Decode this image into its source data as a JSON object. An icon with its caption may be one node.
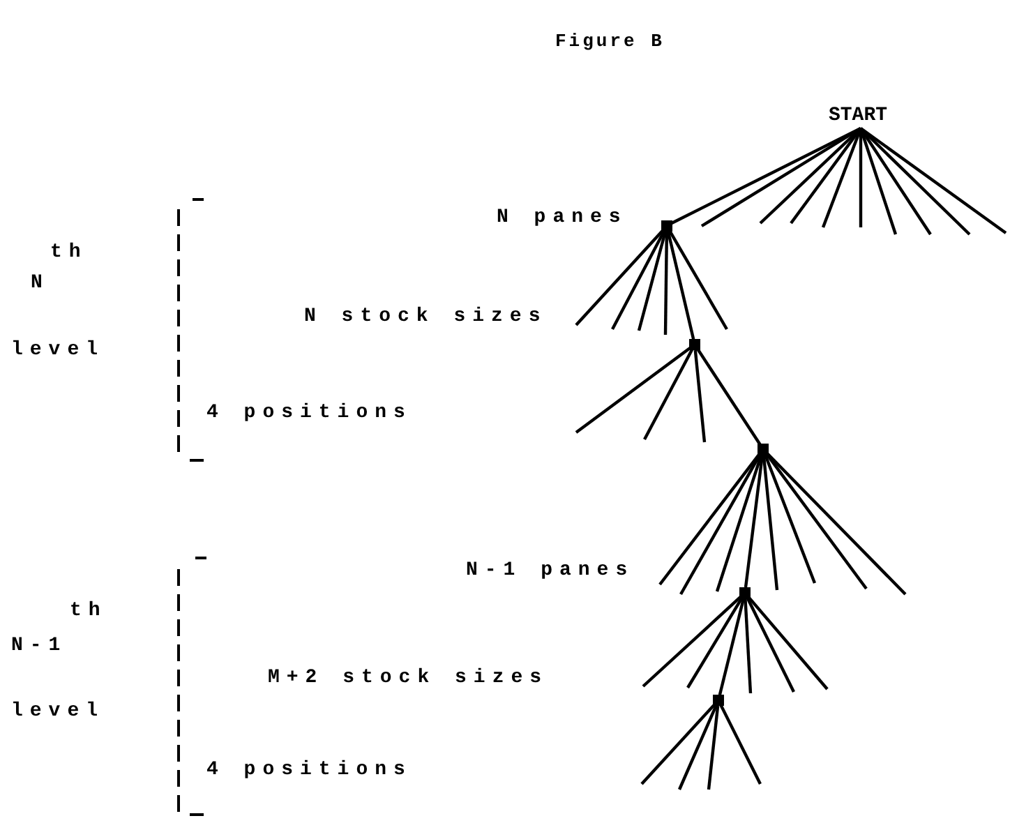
{
  "diagram": {
    "title": "Figure B",
    "nodes": [
      {
        "text": [
          "START"
        ]
      },
      {
        "text": [],
        "shape": "dot"
      },
      {
        "text": [],
        "shape": "dot"
      },
      {
        "text": [],
        "shape": "dot"
      },
      {
        "text": [],
        "shape": "dot"
      },
      {
        "text": [],
        "shape": "dot"
      }
    ],
    "edges": [
      {
        "from": 0,
        "to": 1,
        "arrow": "none"
      },
      {
        "from": 0,
        "to": null,
        "arrow": "none"
      },
      {
        "from": 0,
        "to": null,
        "arrow": "none"
      },
      {
        "from": 0,
        "to": null,
        "arrow": "none"
      },
      {
        "from": 0,
        "to": null,
        "arrow": "none"
      },
      {
        "from": 0,
        "to": null,
        "arrow": "none"
      },
      {
        "from": 0,
        "to": null,
        "arrow": "none"
      },
      {
        "from": 0,
        "to": null,
        "arrow": "none"
      },
      {
        "from": 0,
        "to": null,
        "arrow": "none"
      },
      {
        "from": 0,
        "to": null,
        "arrow": "none"
      },
      {
        "from": 1,
        "to": 2,
        "arrow": "none"
      },
      {
        "from": 1,
        "to": null,
        "arrow": "none"
      },
      {
        "from": 1,
        "to": null,
        "arrow": "none"
      },
      {
        "from": 1,
        "to": null,
        "arrow": "none"
      },
      {
        "from": 1,
        "to": null,
        "arrow": "none"
      },
      {
        "from": 1,
        "to": null,
        "arrow": "none"
      },
      {
        "from": 2,
        "to": 3,
        "arrow": "none"
      },
      {
        "from": 2,
        "to": null,
        "arrow": "none"
      },
      {
        "from": 2,
        "to": null,
        "arrow": "none"
      },
      {
        "from": 2,
        "to": null,
        "arrow": "none"
      },
      {
        "from": 3,
        "to": 4,
        "arrow": "none"
      },
      {
        "from": 3,
        "to": null,
        "arrow": "none"
      },
      {
        "from": 3,
        "to": null,
        "arrow": "none"
      },
      {
        "from": 3,
        "to": null,
        "arrow": "none"
      },
      {
        "from": 3,
        "to": null,
        "arrow": "none"
      },
      {
        "from": 3,
        "to": null,
        "arrow": "none"
      },
      {
        "from": 3,
        "to": null,
        "arrow": "none"
      },
      {
        "from": 3,
        "to": null,
        "arrow": "none"
      },
      {
        "from": 4,
        "to": 5,
        "arrow": "none"
      },
      {
        "from": 4,
        "to": null,
        "arrow": "none"
      },
      {
        "from": 4,
        "to": null,
        "arrow": "none"
      },
      {
        "from": 4,
        "to": null,
        "arrow": "none"
      },
      {
        "from": 4,
        "to": null,
        "arrow": "none"
      },
      {
        "from": 4,
        "to": null,
        "arrow": "none"
      },
      {
        "from": 5,
        "to": null,
        "arrow": "none"
      },
      {
        "from": 5,
        "to": null,
        "arrow": "none"
      },
      {
        "from": 5,
        "to": null,
        "arrow": "none"
      },
      {
        "from": 5,
        "to": null,
        "arrow": "none"
      }
    ],
    "labels": [
      "th",
      "N",
      "level",
      "N panes",
      "N stock sizes",
      "4 positions",
      "th",
      "N-1",
      "level",
      "N-1 panes",
      "M+2 stock sizes",
      "4 positions"
    ]
  }
}
